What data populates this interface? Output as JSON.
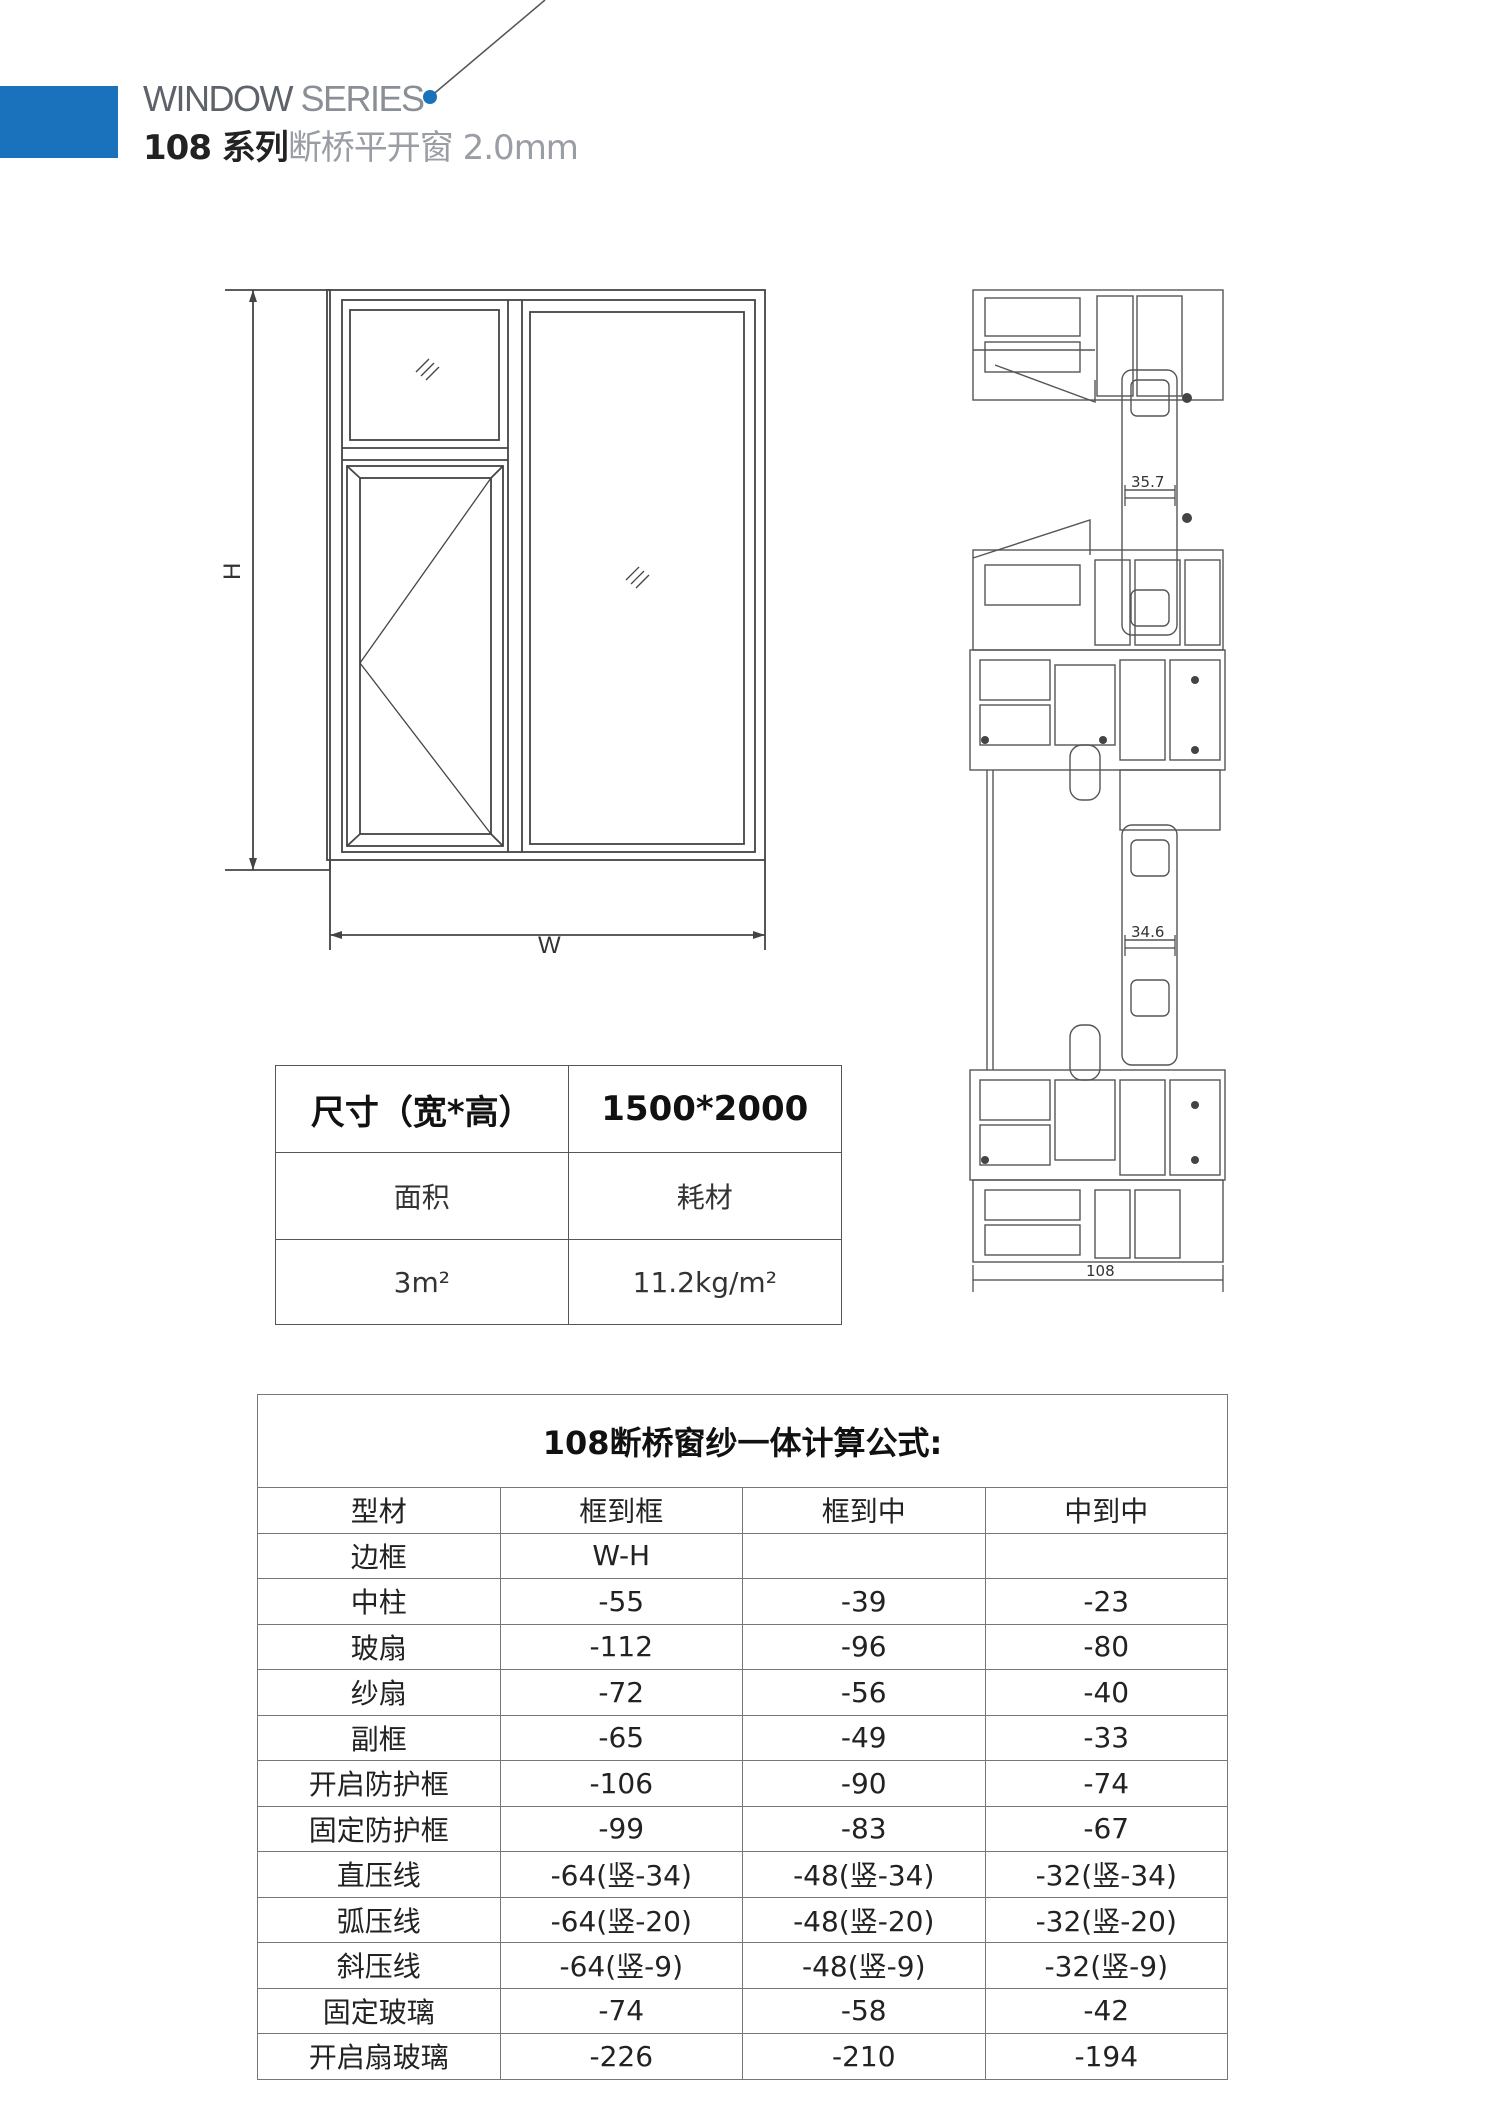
{
  "header": {
    "series_en_strong": "WINDOW",
    "series_en_light": " SERIES",
    "product_strong": "108 系列",
    "product_light": "断桥平开窗 2.0mm",
    "accent_color": "#1a72bd"
  },
  "window_drawing": {
    "height_label": "H",
    "width_label": "W"
  },
  "section_drawing": {
    "dim_top": "35.7",
    "dim_mid": "34.6",
    "dim_width": "108"
  },
  "size_table": {
    "size_label": "尺寸（宽*高）",
    "size_value": "1500*2000",
    "area_label": "面积",
    "material_label": "耗材",
    "area_value": "3m²",
    "material_value": "11.2kg/m²"
  },
  "formula_table": {
    "title": "108断桥窗纱一体计算公式:",
    "headers": [
      "型材",
      "框到框",
      "框到中",
      "中到中"
    ],
    "rows": [
      [
        "边框",
        "W-H",
        "",
        ""
      ],
      [
        "中柱",
        "-55",
        "-39",
        "-23"
      ],
      [
        "玻扇",
        "-112",
        "-96",
        "-80"
      ],
      [
        "纱扇",
        "-72",
        "-56",
        "-40"
      ],
      [
        "副框",
        "-65",
        "-49",
        "-33"
      ],
      [
        "开启防护框",
        "-106",
        "-90",
        "-74"
      ],
      [
        "固定防护框",
        "-99",
        "-83",
        "-67"
      ],
      [
        "直压线",
        "-64(竖-34)",
        "-48(竖-34)",
        "-32(竖-34)"
      ],
      [
        "弧压线",
        "-64(竖-20)",
        "-48(竖-20)",
        "-32(竖-20)"
      ],
      [
        "斜压线",
        "-64(竖-9)",
        "-48(竖-9)",
        "-32(竖-9)"
      ],
      [
        "固定玻璃",
        "-74",
        "-58",
        "-42"
      ],
      [
        "开启扇玻璃",
        "-226",
        "-210",
        "-194"
      ]
    ]
  }
}
